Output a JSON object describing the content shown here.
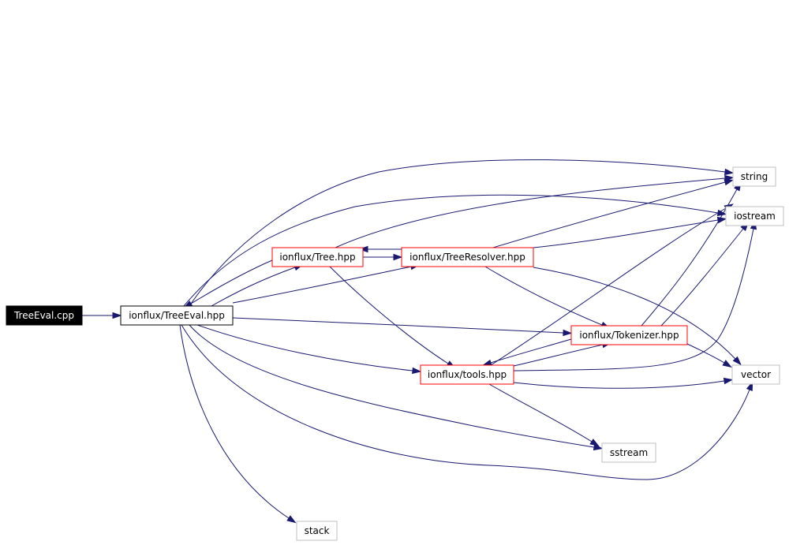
{
  "graph": {
    "nodes": [
      {
        "id": "treeeval_cpp",
        "label": "TreeEval.cpp",
        "kind": "root"
      },
      {
        "id": "treeeval_hpp",
        "label": "ionflux/TreeEval.hpp",
        "kind": "plain"
      },
      {
        "id": "tree_hpp",
        "label": "ionflux/Tree.hpp",
        "kind": "documented"
      },
      {
        "id": "treeresolver_hpp",
        "label": "ionflux/TreeResolver.hpp",
        "kind": "documented"
      },
      {
        "id": "tokenizer_hpp",
        "label": "ionflux/Tokenizer.hpp",
        "kind": "documented"
      },
      {
        "id": "tools_hpp",
        "label": "ionflux/tools.hpp",
        "kind": "documented"
      },
      {
        "id": "string",
        "label": "string",
        "kind": "system"
      },
      {
        "id": "iostream",
        "label": "iostream",
        "kind": "system"
      },
      {
        "id": "vector",
        "label": "vector",
        "kind": "system"
      },
      {
        "id": "sstream",
        "label": "sstream",
        "kind": "system"
      },
      {
        "id": "stack",
        "label": "stack",
        "kind": "system"
      }
    ],
    "edges": [
      {
        "from": "treeeval_cpp",
        "to": "treeeval_hpp"
      },
      {
        "from": "treeeval_hpp",
        "to": "string"
      },
      {
        "from": "treeeval_hpp",
        "to": "iostream"
      },
      {
        "from": "treeeval_hpp",
        "to": "tree_hpp"
      },
      {
        "from": "treeeval_hpp",
        "to": "treeresolver_hpp"
      },
      {
        "from": "treeeval_hpp",
        "to": "tokenizer_hpp"
      },
      {
        "from": "treeeval_hpp",
        "to": "tools_hpp"
      },
      {
        "from": "treeeval_hpp",
        "to": "sstream"
      },
      {
        "from": "treeeval_hpp",
        "to": "vector"
      },
      {
        "from": "treeeval_hpp",
        "to": "stack"
      },
      {
        "from": "tree_hpp",
        "to": "treeeval_hpp"
      },
      {
        "from": "tree_hpp",
        "to": "string"
      },
      {
        "from": "tree_hpp",
        "to": "treeresolver_hpp"
      },
      {
        "from": "tree_hpp",
        "to": "tools_hpp"
      },
      {
        "from": "treeresolver_hpp",
        "to": "tree_hpp"
      },
      {
        "from": "treeresolver_hpp",
        "to": "string"
      },
      {
        "from": "treeresolver_hpp",
        "to": "iostream"
      },
      {
        "from": "treeresolver_hpp",
        "to": "tokenizer_hpp"
      },
      {
        "from": "treeresolver_hpp",
        "to": "vector"
      },
      {
        "from": "tokenizer_hpp",
        "to": "string"
      },
      {
        "from": "tokenizer_hpp",
        "to": "iostream"
      },
      {
        "from": "tokenizer_hpp",
        "to": "tools_hpp"
      },
      {
        "from": "tokenizer_hpp",
        "to": "vector"
      },
      {
        "from": "tools_hpp",
        "to": "string"
      },
      {
        "from": "tools_hpp",
        "to": "iostream"
      },
      {
        "from": "tools_hpp",
        "to": "tokenizer_hpp"
      },
      {
        "from": "tools_hpp",
        "to": "vector"
      },
      {
        "from": "tools_hpp",
        "to": "sstream"
      }
    ]
  },
  "colors": {
    "edge": "#191970",
    "root_fill": "#000000",
    "root_text": "#ffffff",
    "plain_border": "#000000",
    "documented_border": "#ff0000",
    "system_border": "#bfbfbf",
    "node_fill": "#ffffff",
    "node_text": "#000000"
  }
}
